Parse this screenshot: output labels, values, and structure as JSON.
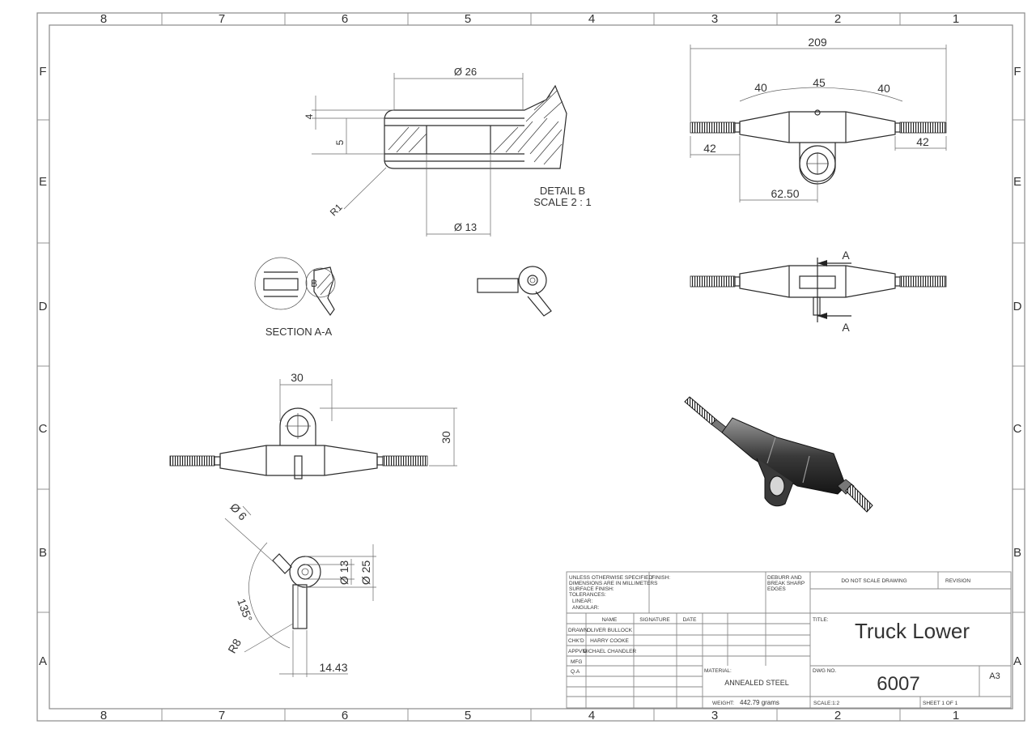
{
  "zone_columns": [
    "8",
    "7",
    "6",
    "5",
    "4",
    "3",
    "2",
    "1"
  ],
  "zone_rows": [
    "F",
    "E",
    "D",
    "C",
    "B",
    "A"
  ],
  "views": {
    "detail_b": {
      "title": "DETAIL B",
      "scale": "SCALE 2 : 1",
      "dims": {
        "dia_outer": "Ø 26",
        "dia_inner": "Ø 13",
        "h_top": "4",
        "h_mid": "5",
        "radius": "R1"
      }
    },
    "section_a_a": {
      "title": "SECTION A-A",
      "callout": "B"
    },
    "top_view": {
      "dims": {
        "overall": "209",
        "left_taper": "40",
        "center": "45",
        "right_taper": "40",
        "left_end": "42",
        "right_end": "42",
        "eye_offset": "62.50"
      }
    },
    "front_view": {
      "section_label_top": "A",
      "section_label_bottom": "A"
    },
    "side_view": {
      "dims": {
        "width": "30",
        "height": "30"
      }
    },
    "end_view": {
      "dims": {
        "dia_pin": "Ø 6",
        "dia_hole": "Ø 13",
        "dia_boss": "Ø 25",
        "angle": "135°",
        "radius": "R8",
        "offset": "14.43"
      }
    }
  },
  "title_block": {
    "unless_lines": [
      "UNLESS OTHERWISE SPECIFIED:",
      "DIMENSIONS ARE IN MILLIMETERS",
      "SURFACE FINISH:",
      "TOLERANCES:",
      "LINEAR:",
      "ANGULAR:"
    ],
    "finish_label": "FINISH:",
    "deburr_lines": [
      "DEBURR AND",
      "BREAK SHARP",
      "EDGES"
    ],
    "do_not_scale": "DO NOT SCALE DRAWING",
    "revision_label": "REVISION",
    "col_name": "NAME",
    "col_signature": "SIGNATURE",
    "col_date": "DATE",
    "rows": [
      {
        "role": "DRAWN",
        "name": "OLIVER BULLOCK"
      },
      {
        "role": "CHK'D",
        "name": "HARRY COOKE"
      },
      {
        "role": "APPV'D",
        "name": "MICHAEL CHANDLER"
      },
      {
        "role": "MFG",
        "name": ""
      },
      {
        "role": "Q.A",
        "name": ""
      }
    ],
    "title_label": "TITLE:",
    "title": "Truck Lower",
    "material_label": "MATERIAL:",
    "material": "ANNEALED STEEL",
    "dwg_no_label": "DWG NO.",
    "dwg_no": "6007",
    "size": "A3",
    "weight_label": "WEIGHT:",
    "weight": "442.79 grams",
    "scale": "SCALE:1:2",
    "sheet": "SHEET 1 OF 1"
  }
}
